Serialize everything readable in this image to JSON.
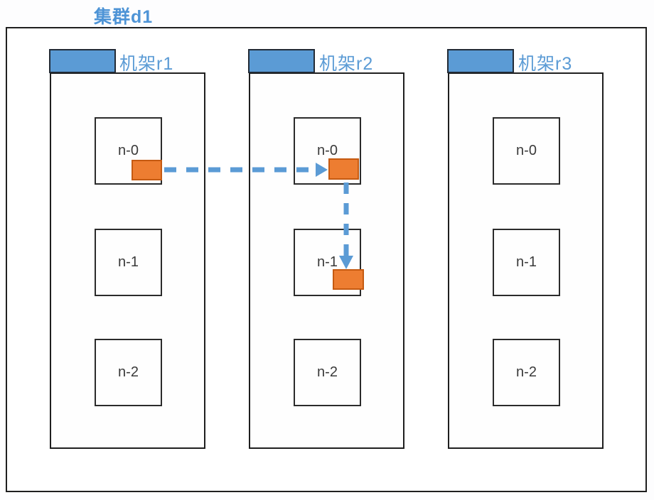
{
  "diagram": {
    "title": "集群d1",
    "racks": [
      {
        "id": "r1",
        "label": "机架r1",
        "nodes": [
          {
            "label": "n-0"
          },
          {
            "label": "n-1"
          },
          {
            "label": "n-2"
          }
        ]
      },
      {
        "id": "r2",
        "label": "机架r2",
        "nodes": [
          {
            "label": "n-0"
          },
          {
            "label": "n-1"
          },
          {
            "label": "n-2"
          }
        ]
      },
      {
        "id": "r3",
        "label": "机架r3",
        "nodes": [
          {
            "label": "n-0"
          },
          {
            "label": "n-1"
          },
          {
            "label": "n-2"
          }
        ]
      }
    ],
    "blocks": [
      {
        "location": "r1/n-0"
      },
      {
        "location": "r2/n-0"
      },
      {
        "location": "r2/n-1"
      }
    ],
    "arrows": [
      {
        "from": "r1/n-0",
        "to": "r2/n-0",
        "direction": "right"
      },
      {
        "from": "r2/n-0",
        "to": "r2/n-1",
        "direction": "down"
      }
    ],
    "colors": {
      "accent_blue": "#5B9BD5",
      "title_blue": "#4E94D6",
      "block_fill": "#ED7D31",
      "block_border": "#C55A11",
      "outline": "#1F1F1F"
    }
  }
}
